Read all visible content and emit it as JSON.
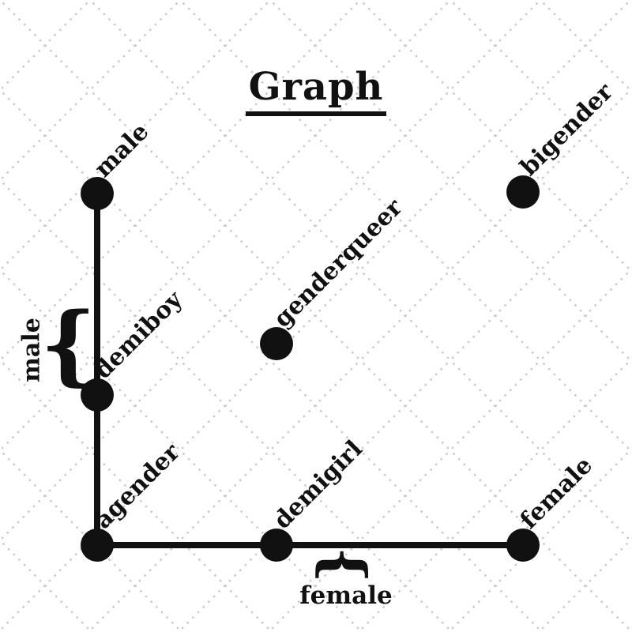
{
  "title": "Graph",
  "colors": {
    "ink": "#111111",
    "lattice": "#c9c9c9",
    "background": "#ffffff"
  },
  "nodes": {
    "male": {
      "label": "male"
    },
    "demiboy": {
      "label": "demiboy"
    },
    "agender": {
      "label": "agender"
    },
    "demigirl": {
      "label": "demigirl"
    },
    "female": {
      "label": "female"
    },
    "genderqueer": {
      "label": "genderqueer"
    },
    "bigender": {
      "label": "bigender"
    }
  },
  "edges": [
    [
      "male",
      "demiboy"
    ],
    [
      "demiboy",
      "agender"
    ],
    [
      "agender",
      "demigirl"
    ],
    [
      "demigirl",
      "female"
    ]
  ],
  "annotations": {
    "left_brace": {
      "glyph": "{",
      "label": "male"
    },
    "bottom_brace": {
      "glyph": "{",
      "label": "female"
    }
  }
}
